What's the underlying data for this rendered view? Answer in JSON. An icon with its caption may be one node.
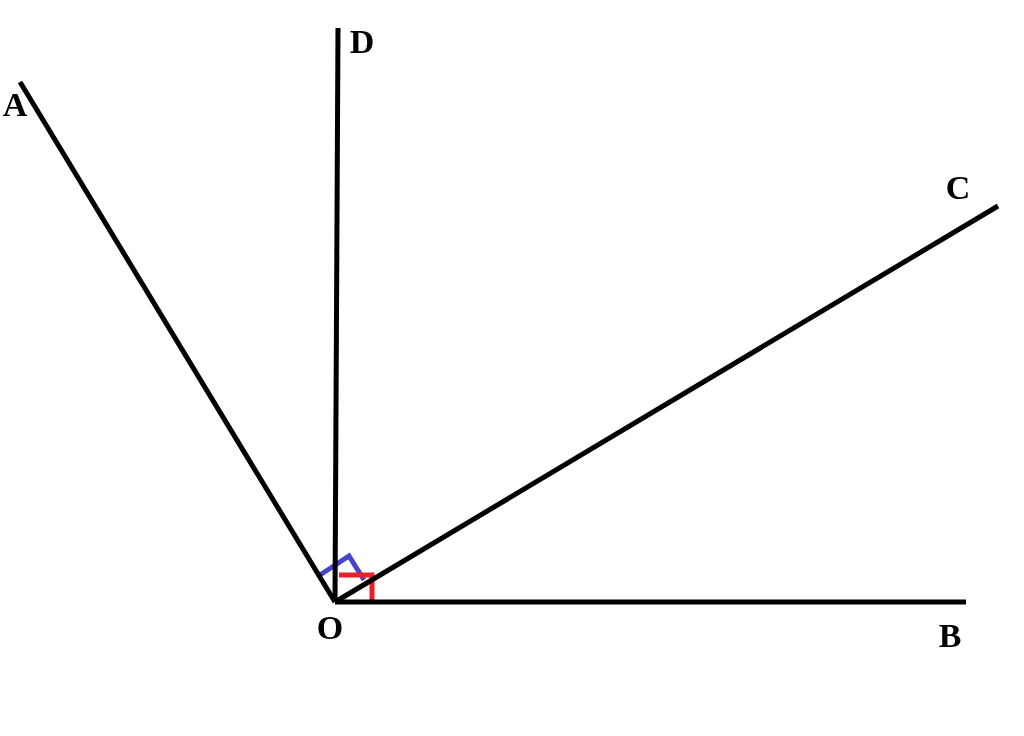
{
  "diagram": {
    "nodes": [
      {
        "text": [
          "O"
        ]
      },
      {
        "text": [
          "A"
        ]
      },
      {
        "text": [
          "D"
        ]
      },
      {
        "text": [
          "C"
        ]
      },
      {
        "text": [
          "B"
        ]
      }
    ],
    "edges": [
      {
        "from": 0,
        "to": 1,
        "arrow": "none"
      },
      {
        "from": 0,
        "to": 2,
        "arrow": "none"
      },
      {
        "from": 0,
        "to": 3,
        "arrow": "none"
      },
      {
        "from": 0,
        "to": 4,
        "arrow": "none"
      }
    ]
  }
}
